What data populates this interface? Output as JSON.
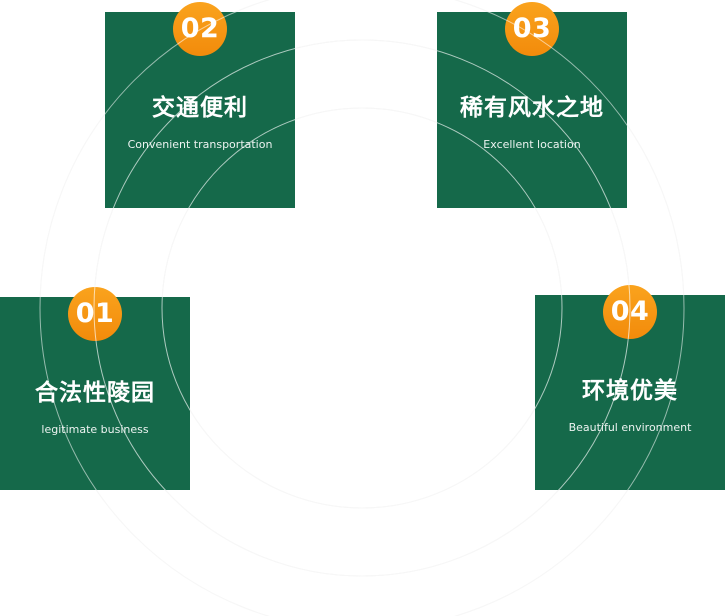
{
  "features": [
    {
      "number": "01",
      "title": "合法性陵园",
      "subtitle": "legitimate business"
    },
    {
      "number": "02",
      "title": "交通便利",
      "subtitle": "Convenient transportation"
    },
    {
      "number": "03",
      "title": "稀有风水之地",
      "subtitle": "Excellent location"
    },
    {
      "number": "04",
      "title": "环境优美",
      "subtitle": "Beautiful environment"
    }
  ],
  "colors": {
    "card_green": "#15694a",
    "badge_orange": "#f8940e",
    "arc_gray": "#e9e9e9",
    "arc_white_alpha": "rgba(255,255,255,0.65)"
  }
}
